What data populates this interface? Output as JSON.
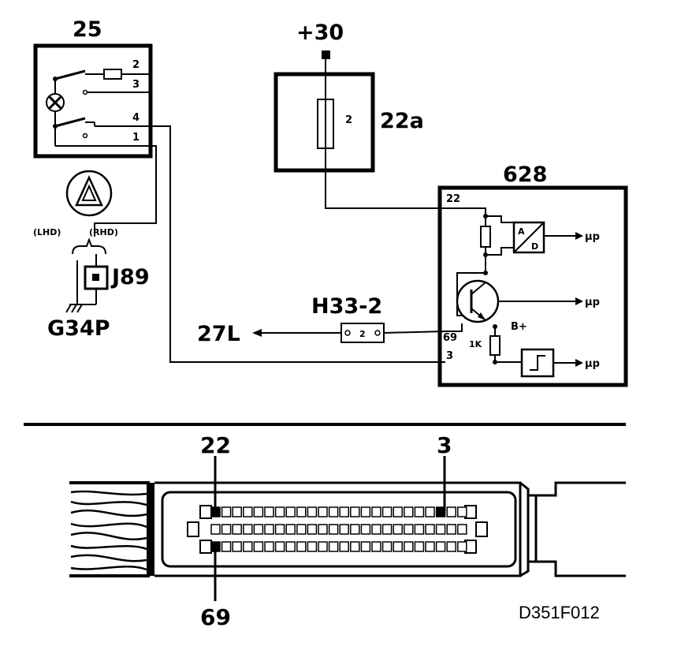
{
  "switch_unit": {
    "id": "25",
    "pins": [
      "2",
      "3",
      "4",
      "1"
    ]
  },
  "supply": {
    "label": "+30"
  },
  "fuse": {
    "id": "22a",
    "pin": "2"
  },
  "ecu": {
    "id": "628",
    "pins": {
      "p22": "22",
      "p69": "69",
      "p3": "3"
    },
    "resistor": "1K",
    "supply": "B+",
    "mcu_label": "µp"
  },
  "connector_h": {
    "id": "H33-2",
    "pin": "2"
  },
  "destination": "27L",
  "variants": {
    "lhd": "(LHD)",
    "rhd": "(RHD)"
  },
  "junction": "J89",
  "ground": "G34P",
  "pinout": {
    "top_left": "22",
    "top_right": "3",
    "bottom_left": "69"
  },
  "figure_code": "D351F012"
}
